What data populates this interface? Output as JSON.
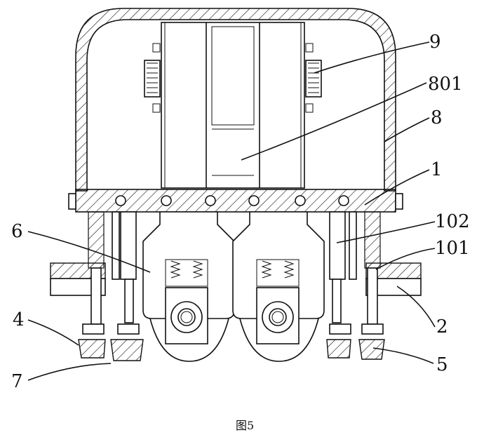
{
  "figure": {
    "caption": "图5"
  },
  "labels": {
    "l9": "9",
    "l801": "801",
    "l8": "8",
    "l1": "1",
    "l102": "102",
    "l101": "101",
    "l2": "2",
    "l5": "5",
    "l6": "6",
    "l4": "4",
    "l7": "7"
  }
}
